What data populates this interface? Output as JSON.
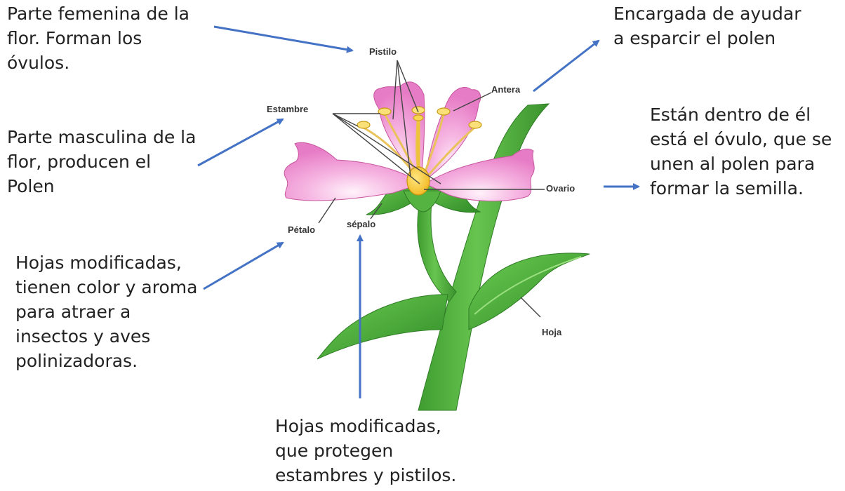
{
  "notes": {
    "pistilo": [
      "Parte femenina de la",
      "flor. Forman los",
      "óvulos."
    ],
    "antera": [
      "Encargada de ayudar",
      "a esparcir el polen"
    ],
    "estambre": [
      "Parte masculina de la",
      "flor, producen el",
      "Polen"
    ],
    "ovario": [
      "Están dentro de él",
      "está el óvulo, que se",
      "unen al polen para",
      "formar la semilla."
    ],
    "petalo": [
      "Hojas modificadas,",
      "tienen color y aroma",
      "para atraer a",
      "insectos y aves",
      "polinizadoras."
    ],
    "sepalo": [
      "Hojas modificadas,",
      "que protegen",
      "estambres y pistilos."
    ]
  },
  "parts": {
    "pistilo": "Pistilo",
    "antera": "Antera",
    "estambre": "Estambre",
    "ovario": "Ovario",
    "petalo": "Pétalo",
    "sepalo": "sépalo",
    "hoja": "Hoja"
  },
  "colors": {
    "arrow": "#4472c4",
    "petal": "#ee8fcf",
    "petal_light": "#fde7f5",
    "ovary": "#f6c21f",
    "leaf": "#4aaa3a",
    "stem": "#5cb946",
    "leader_line": "#444444"
  }
}
